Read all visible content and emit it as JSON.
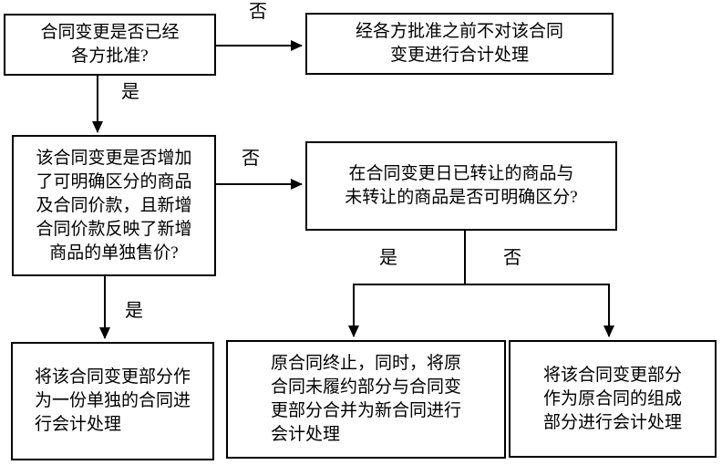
{
  "flowchart": {
    "title_hint": "contract-modification-accounting-decision-flow",
    "colors": {
      "line": "#000000",
      "box_border": "#000000",
      "background": "#ffffff",
      "text": "#000000"
    },
    "nodes": {
      "q_approved": {
        "text": "合同变更是否已经\n各方批准?"
      },
      "r_no_accounting": {
        "text": "经各方批准之前不对该合同\n变更进行合计处理"
      },
      "q_distinct_added": {
        "text": "该合同变更是否增加\n了可明确区分的商品\n及合同价款，且新增\n合同价款反映了新增\n商品的单独售价?"
      },
      "q_transferred_distinct": {
        "text": "在合同变更日已转让的商品与\n未转让的商品是否可明确区分?"
      },
      "a_separate_contract": {
        "text": "将该合同变更部分作\n为一份单独的合同进\n行会计处理"
      },
      "a_new_contract": {
        "text": "原合同终止，同时，将原\n合同未履约部分与合同变\n更部分合并为新合同进行\n会计处理"
      },
      "a_part_of_original": {
        "text": "将该合同变更部分\n作为原合同的组成\n部分进行会计处理"
      }
    },
    "labels": {
      "no1": "否",
      "yes1": "是",
      "no2": "否",
      "yes2": "是",
      "yes3": "是",
      "no3": "否"
    }
  }
}
